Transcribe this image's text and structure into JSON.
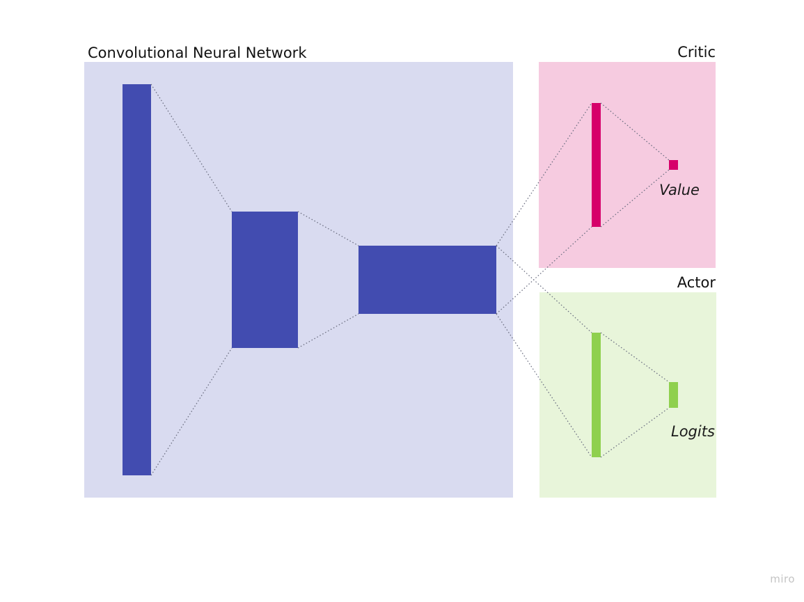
{
  "diagram": {
    "cnn": {
      "title": "Convolutional Neural Network",
      "background": "#d9dbf0",
      "layer_color": "#424cb0",
      "layers": [
        "input-layer",
        "hidden-layer-1",
        "hidden-layer-2"
      ]
    },
    "critic": {
      "title": "Critic",
      "background": "#f6cbe0",
      "layer_color": "#d6006a",
      "output_label": "Value"
    },
    "actor": {
      "title": "Actor",
      "background": "#e8f5da",
      "layer_color": "#8fd04e",
      "output_label": "Logits"
    },
    "connector_color": "#6b6e80"
  },
  "watermark": "miro"
}
